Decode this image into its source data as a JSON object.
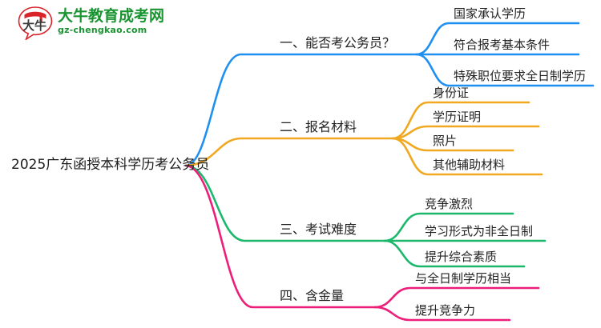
{
  "logo": {
    "mark_text": "大牛",
    "title": "大牛教育成考网",
    "url": "gz-chengkao.com",
    "mark_color": "#d9232a",
    "text_color": "#1a9431"
  },
  "mindmap": {
    "root": {
      "label": "2025广东函授本科学历考公务员"
    },
    "branches": [
      {
        "index_label": "一、能否考公务员？",
        "color": "#1f8ff0",
        "children": [
          {
            "label": "国家承认学历"
          },
          {
            "label": "符合报考基本条件"
          },
          {
            "label": "特殊职位要求全日制学历"
          }
        ]
      },
      {
        "index_label": "二、报名材料",
        "color": "#efa820",
        "children": [
          {
            "label": "身份证"
          },
          {
            "label": "学历证明"
          },
          {
            "label": "照片"
          },
          {
            "label": "其他辅助材料"
          }
        ]
      },
      {
        "index_label": "三、考试难度",
        "color": "#1bb86b",
        "children": [
          {
            "label": "竞争激烈"
          },
          {
            "label": "学习形式为非全日制"
          },
          {
            "label": "提升综合素质"
          }
        ]
      },
      {
        "index_label": "四、含金量",
        "color": "#ec1e79",
        "children": [
          {
            "label": "与全日制学历相当"
          },
          {
            "label": "提升竞争力"
          }
        ]
      }
    ]
  }
}
